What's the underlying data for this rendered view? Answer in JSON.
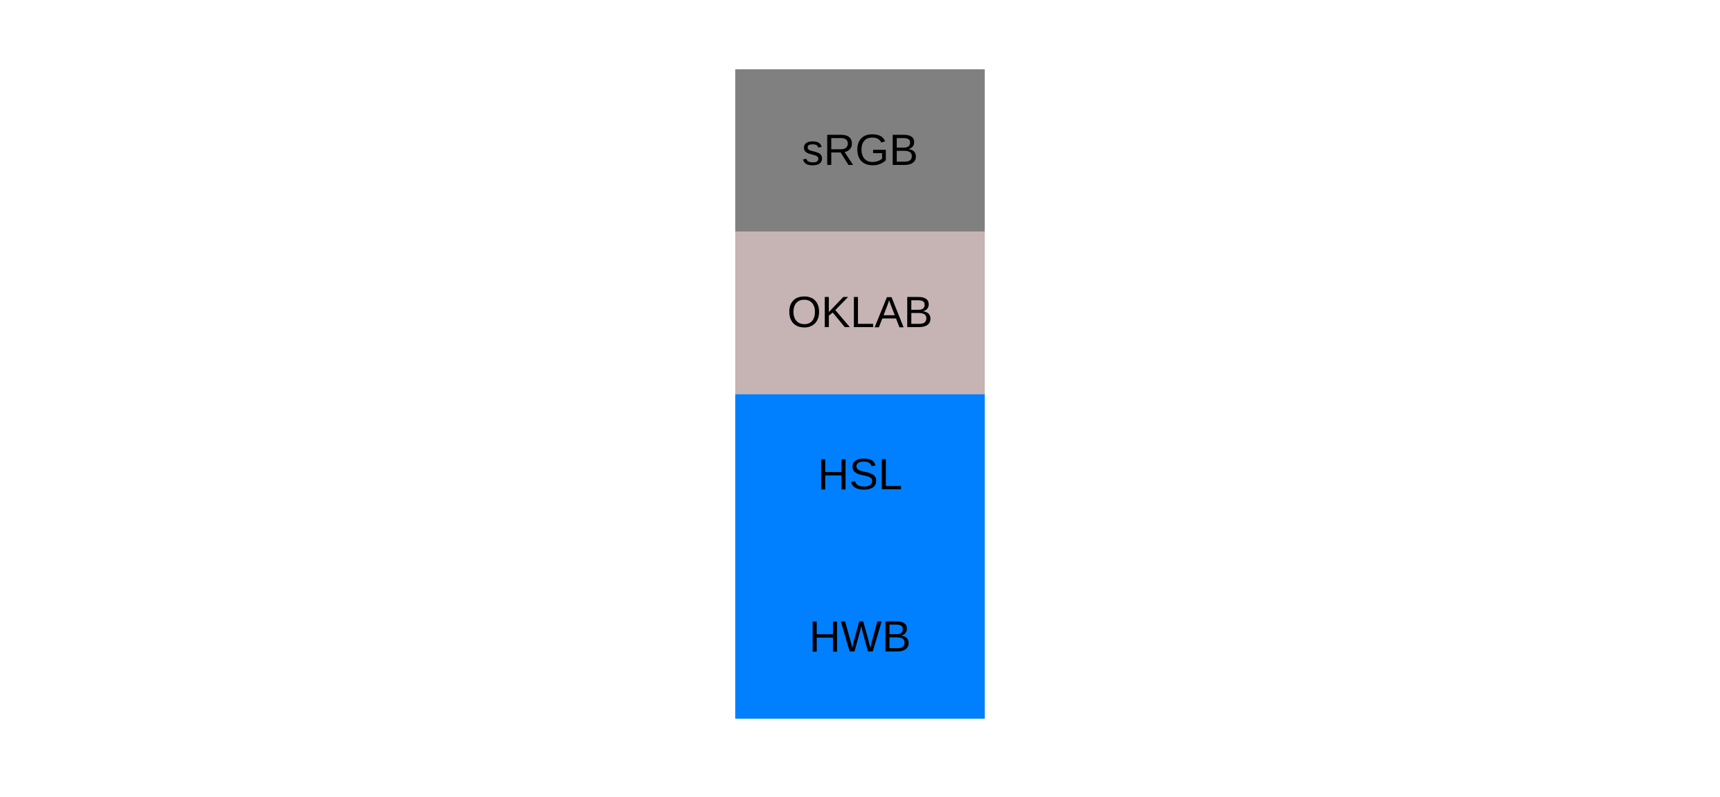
{
  "page": {
    "background_color": "#ffffff",
    "text_color": "#000000"
  },
  "swatches": [
    {
      "label": "sRGB",
      "color": "#808080"
    },
    {
      "label": "OKLAB",
      "color": "#c6b3b4"
    },
    {
      "label": "HSL",
      "color": "#0080ff"
    },
    {
      "label": "HWB",
      "color": "#0080ff"
    }
  ]
}
